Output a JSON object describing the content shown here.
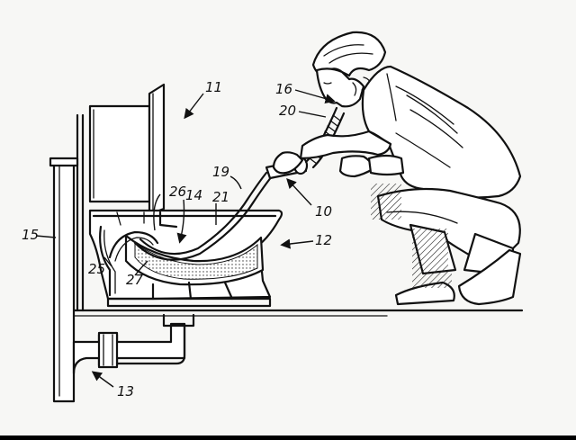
{
  "labels": {
    "l10": "10",
    "l11": "11",
    "l12": "12",
    "l13": "13",
    "l14": "14",
    "l15": "15",
    "l16": "16",
    "l19": "19",
    "l20": "20",
    "l21": "21",
    "l25": "25",
    "l26": "26",
    "l27": "27"
  },
  "colors": {
    "ink": "#111111",
    "paper": "#f7f7f5",
    "bottom_bar": "#000000"
  }
}
